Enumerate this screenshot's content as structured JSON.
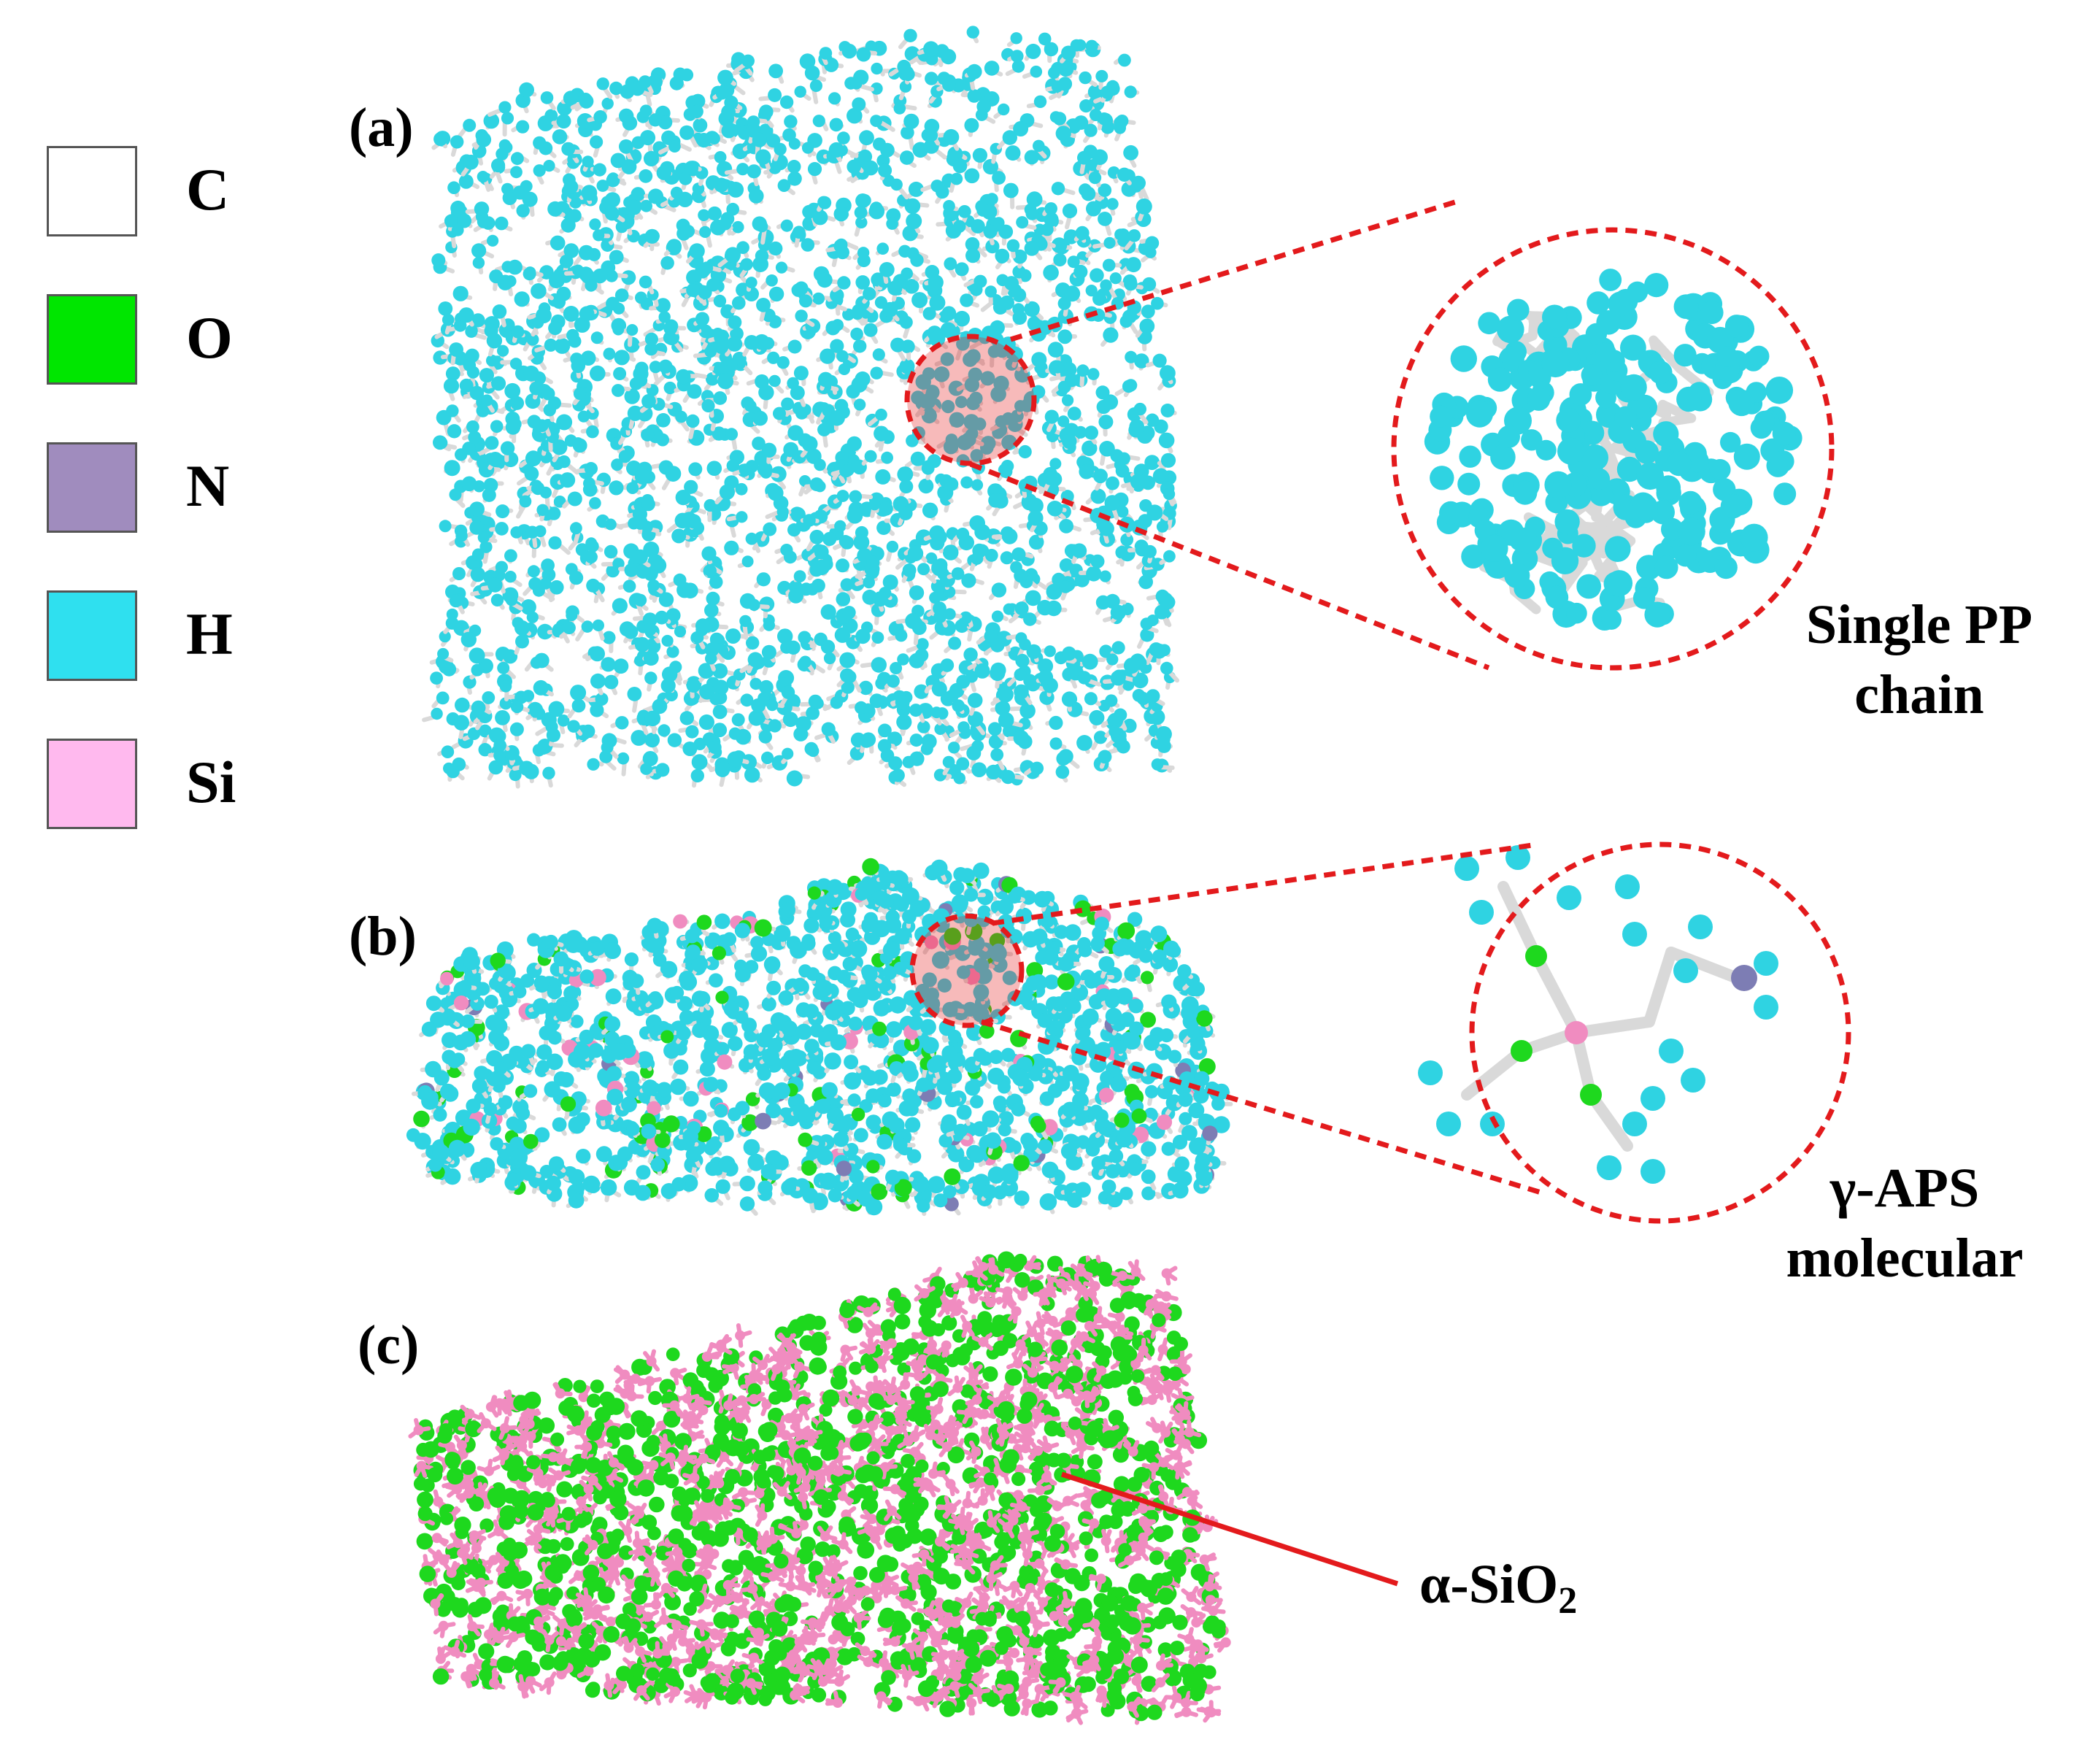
{
  "legend": {
    "items": [
      {
        "label": "C",
        "color": "#ffffff"
      },
      {
        "label": "O",
        "color": "#00e600"
      },
      {
        "label": "N",
        "color": "#a08cbe"
      },
      {
        "label": "H",
        "color": "#2fe0ef"
      },
      {
        "label": "Si",
        "color": "#ffb9ee"
      }
    ]
  },
  "panels": {
    "a": {
      "label": "(a)",
      "caption_line1": "Single PP",
      "caption_line2": "chain"
    },
    "b": {
      "label": "(b)",
      "caption_line1": "γ-APS",
      "caption_line2": "molecular"
    },
    "c": {
      "label": "(c)",
      "caption_prefix": "α-SiO",
      "caption_subscript": "2"
    }
  },
  "colors": {
    "highlight": "#e31a1c",
    "carbon_bond": "#d9d9d9",
    "hydrogen": "#2fd3e2",
    "oxygen": "#1ed81e",
    "silicon": "#f08cc0",
    "nitrogen": "#7d7db4"
  }
}
